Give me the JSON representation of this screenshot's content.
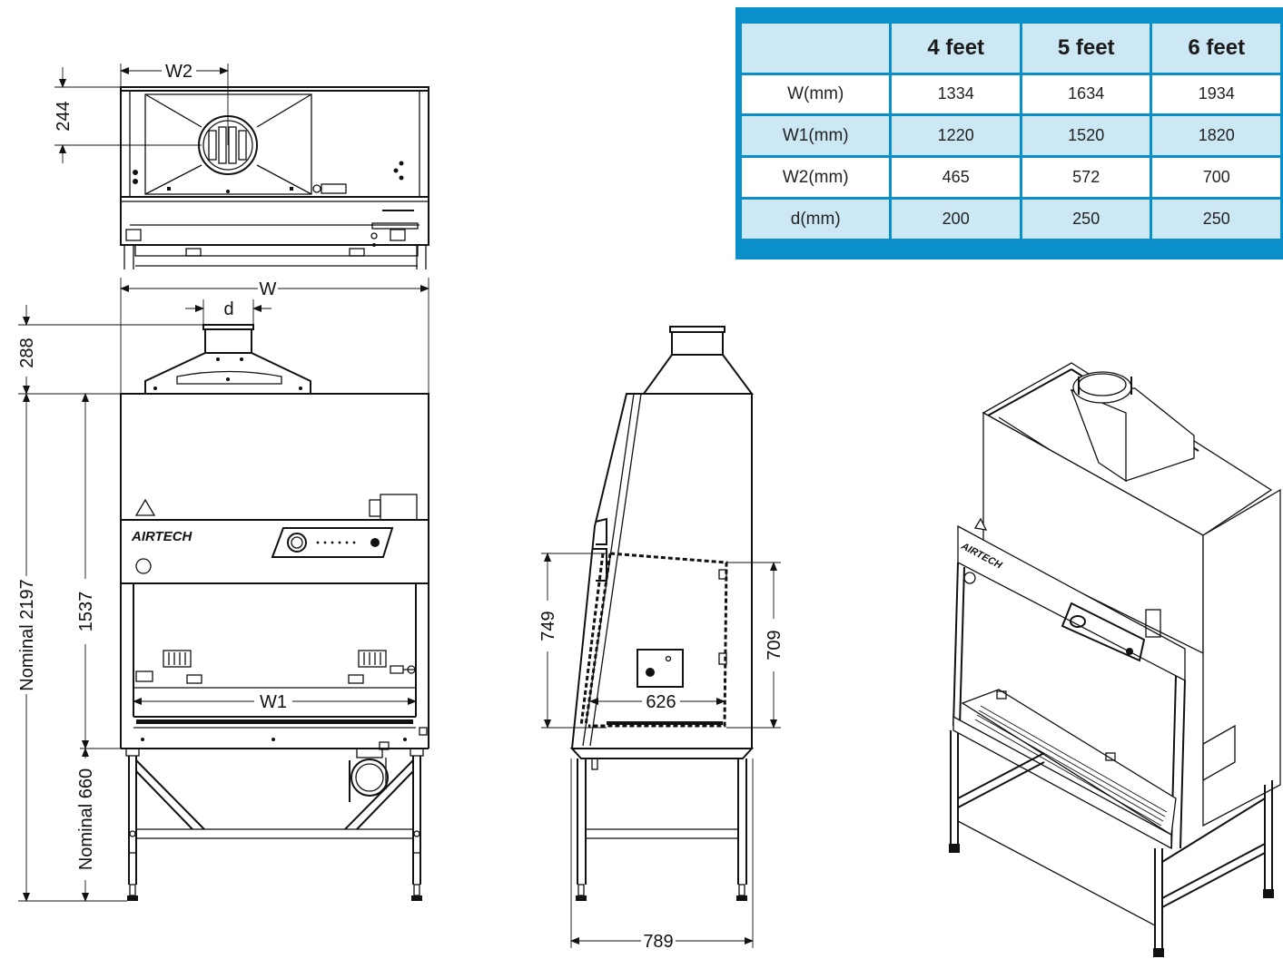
{
  "table": {
    "columns": [
      "",
      "4 feet",
      "5 feet",
      "6 feet"
    ],
    "rows": [
      {
        "label": "W(mm)",
        "values": [
          "1334",
          "1634",
          "1934"
        ]
      },
      {
        "label": "W1(mm)",
        "values": [
          "1220",
          "1520",
          "1820"
        ]
      },
      {
        "label": "W2(mm)",
        "values": [
          "465",
          "572",
          "700"
        ]
      },
      {
        "label": "d(mm)",
        "values": [
          "200",
          "250",
          "250"
        ]
      }
    ],
    "accent_color": "#0a8fcb",
    "band_color": "#cce8f5"
  },
  "dimensions": {
    "top_w2": "W2",
    "top_244": "244",
    "front_w": "W",
    "front_d": "d",
    "front_288": "288",
    "front_nominal_2197": "Nominal 2197",
    "front_1537": "1537",
    "front_nominal_660": "Nominal 660",
    "front_w1": "W1",
    "side_749": "749",
    "side_709": "709",
    "side_626": "626",
    "side_789": "789"
  },
  "brand": "AIRTECH"
}
